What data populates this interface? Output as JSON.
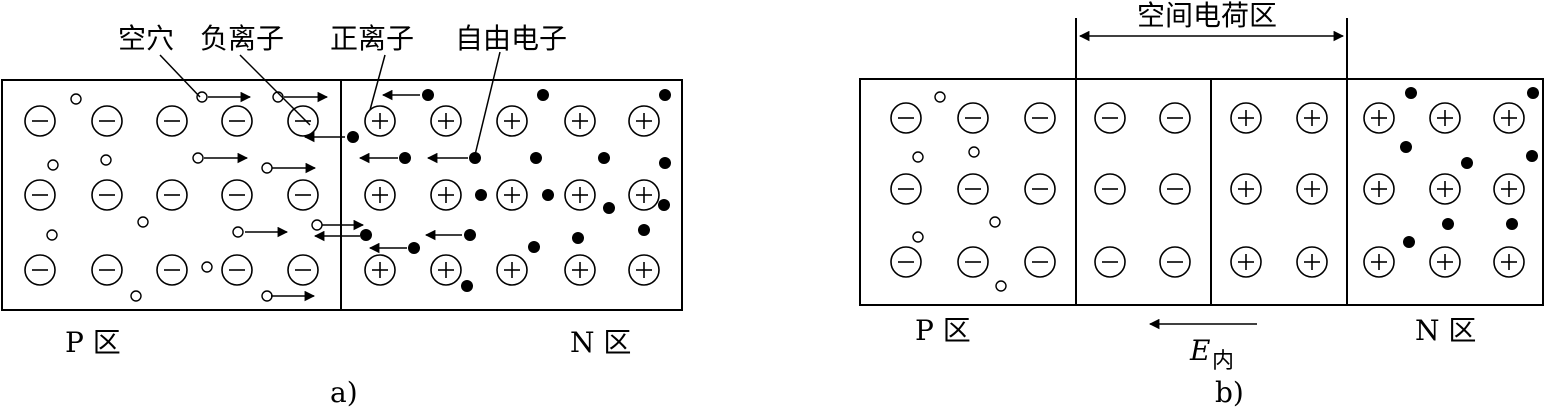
{
  "panel_a": {
    "caption": "a)",
    "labels": {
      "hole": "空穴",
      "negative_ion": "负离子",
      "positive_ion": "正离子",
      "free_electron": "自由电子"
    },
    "region_p": "P 区",
    "region_n": "N 区"
  },
  "panel_b": {
    "caption": "b)",
    "space_charge": "空间电荷区",
    "region_p": "P 区",
    "region_n": "N 区",
    "field_symbol": "E",
    "field_subscript": "内"
  },
  "symbols": {
    "negative": "−",
    "positive": "+"
  }
}
